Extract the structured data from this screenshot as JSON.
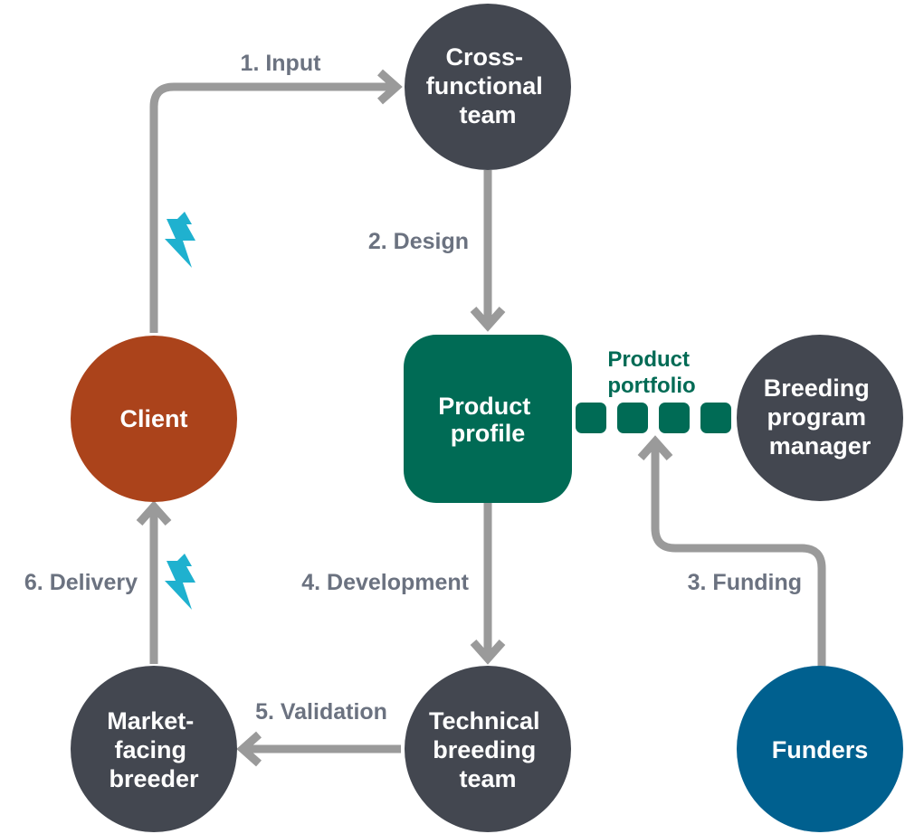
{
  "colors": {
    "dark_node": "#434750",
    "client": "#ab431b",
    "product_profile": "#006b55",
    "funders": "#00608f",
    "portfolio": "#006b55",
    "connector": "#9a9a9a",
    "edge_label": "#6b7280",
    "lightning": "#1fb1cf"
  },
  "nodes": {
    "cross_functional_team": {
      "lines": [
        "Cross-",
        "functional",
        "team"
      ]
    },
    "client": {
      "lines": [
        "Client"
      ]
    },
    "product_profile": {
      "lines": [
        "Product",
        "profile"
      ]
    },
    "breeding_program_manager": {
      "lines": [
        "Breeding",
        "program",
        "manager"
      ]
    },
    "market_facing_breeder": {
      "lines": [
        "Market-",
        "facing",
        "breeder"
      ]
    },
    "technical_breeding_team": {
      "lines": [
        "Technical",
        "breeding",
        "team"
      ]
    },
    "funders": {
      "lines": [
        "Funders"
      ]
    }
  },
  "portfolio": {
    "lines": [
      "Product",
      "portfolio"
    ],
    "squares": 4
  },
  "edges": {
    "input": "1. Input",
    "design": "2. Design",
    "funding": "3. Funding",
    "development": "4. Development",
    "validation": "5. Validation",
    "delivery": "6. Delivery"
  },
  "icons": {
    "lightning_top": "lightning-bolt-icon",
    "lightning_bottom": "lightning-bolt-icon"
  }
}
